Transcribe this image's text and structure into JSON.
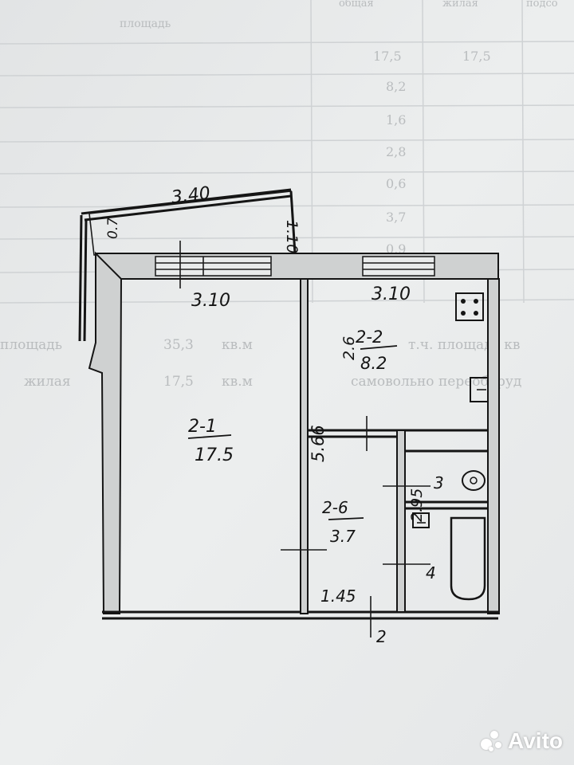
{
  "background_table": {
    "headers": [
      "площадь",
      "общая",
      "жилая",
      "подсо"
    ],
    "values": [
      "17,5",
      "17,5",
      "8,2",
      "1,6",
      "2,8",
      "0,6",
      "3,7",
      "0,9"
    ],
    "footer": [
      {
        "label": "площадь",
        "value": "35,3",
        "unit": "кв.м",
        "note": "т.ч. площадь кв"
      },
      {
        "label": "жилая",
        "value": "17,5",
        "unit": "кв.м",
        "note": "самовольно переоборуд"
      }
    ]
  },
  "dimensions": {
    "balcony_length": "3.40",
    "balcony_side": "0.7",
    "balcony_depth": "1.10",
    "room1_width": "3.10",
    "room2_width": "3.10",
    "room1_length": "5.66",
    "room2_length": "2.6",
    "hall_length": "2.95",
    "hall_width": "1.45"
  },
  "rooms": [
    {
      "id": "2-1",
      "area": "17.5"
    },
    {
      "id": "2-2",
      "area": "8.2"
    },
    {
      "id": "2-6",
      "area": "3.7"
    }
  ],
  "markers": {
    "toilet": "3",
    "bath": "4",
    "corridor": "2"
  },
  "watermark": {
    "brand": "Avito",
    "colors": [
      "#ffffff"
    ]
  }
}
